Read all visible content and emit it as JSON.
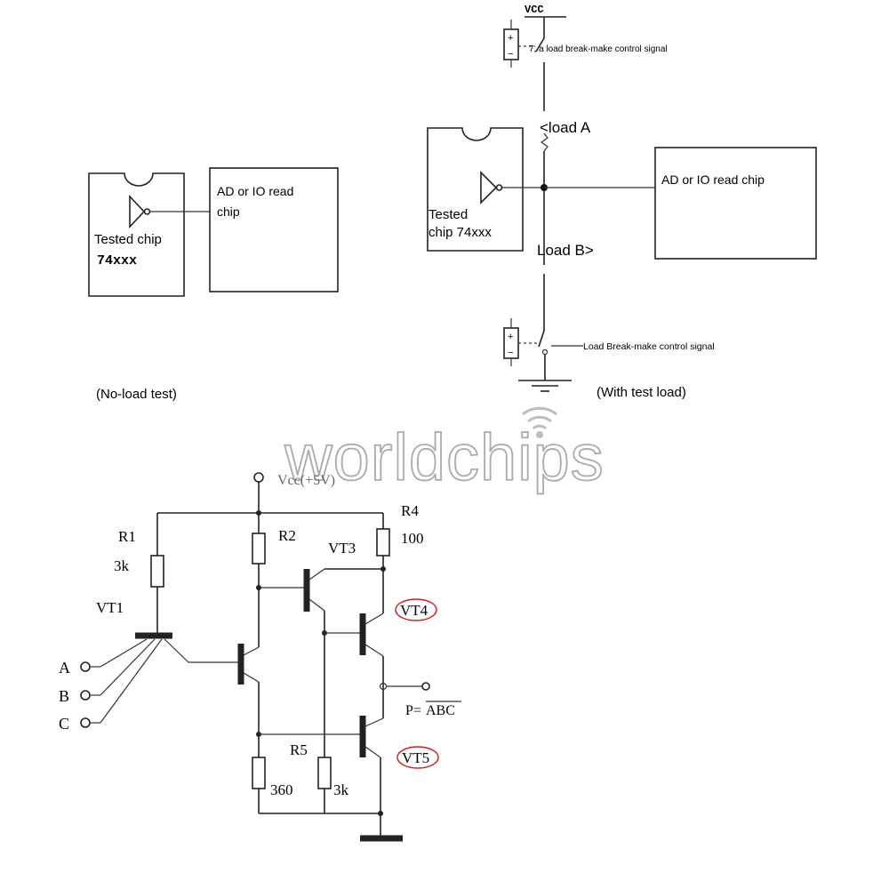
{
  "left_diagram": {
    "tested_chip_label": "Tested chip",
    "chip_part": "74xxx",
    "read_chip_line1": "AD or IO read",
    "read_chip_line2": "chip",
    "caption": "(No-load test)"
  },
  "right_diagram": {
    "vcc_label": "VCC",
    "top_signal_label": "7, a load break-make control signal",
    "load_a_label": "<load A",
    "tested_chip_line1": "Tested",
    "tested_chip_line2": "chip 74xxx",
    "read_chip_label": "AD or IO read chip",
    "load_b_label": "Load B>",
    "bottom_signal_label": "Load Break-make control signal",
    "caption": "(With test load)",
    "relay_plus": "+",
    "relay_minus": "−"
  },
  "watermark": {
    "text": "worldchips"
  },
  "ttl_schematic": {
    "vcc_label": "Vcc(+5V)",
    "r1_name": "R1",
    "r1_value": "3k",
    "vt1_name": "VT1",
    "r2_name": "R2",
    "vt3_name": "VT3",
    "r4_name": "R4",
    "r4_value": "100",
    "vt4_name": "VT4",
    "vt5_name": "VT5",
    "r5_name": "R5",
    "r_360_value": "360",
    "r5_value": "3k",
    "input_a": "A",
    "input_b": "B",
    "input_c": "C",
    "output_prefix": "P=",
    "output_expr": "ABC",
    "highlight_color": "#d0211c"
  }
}
